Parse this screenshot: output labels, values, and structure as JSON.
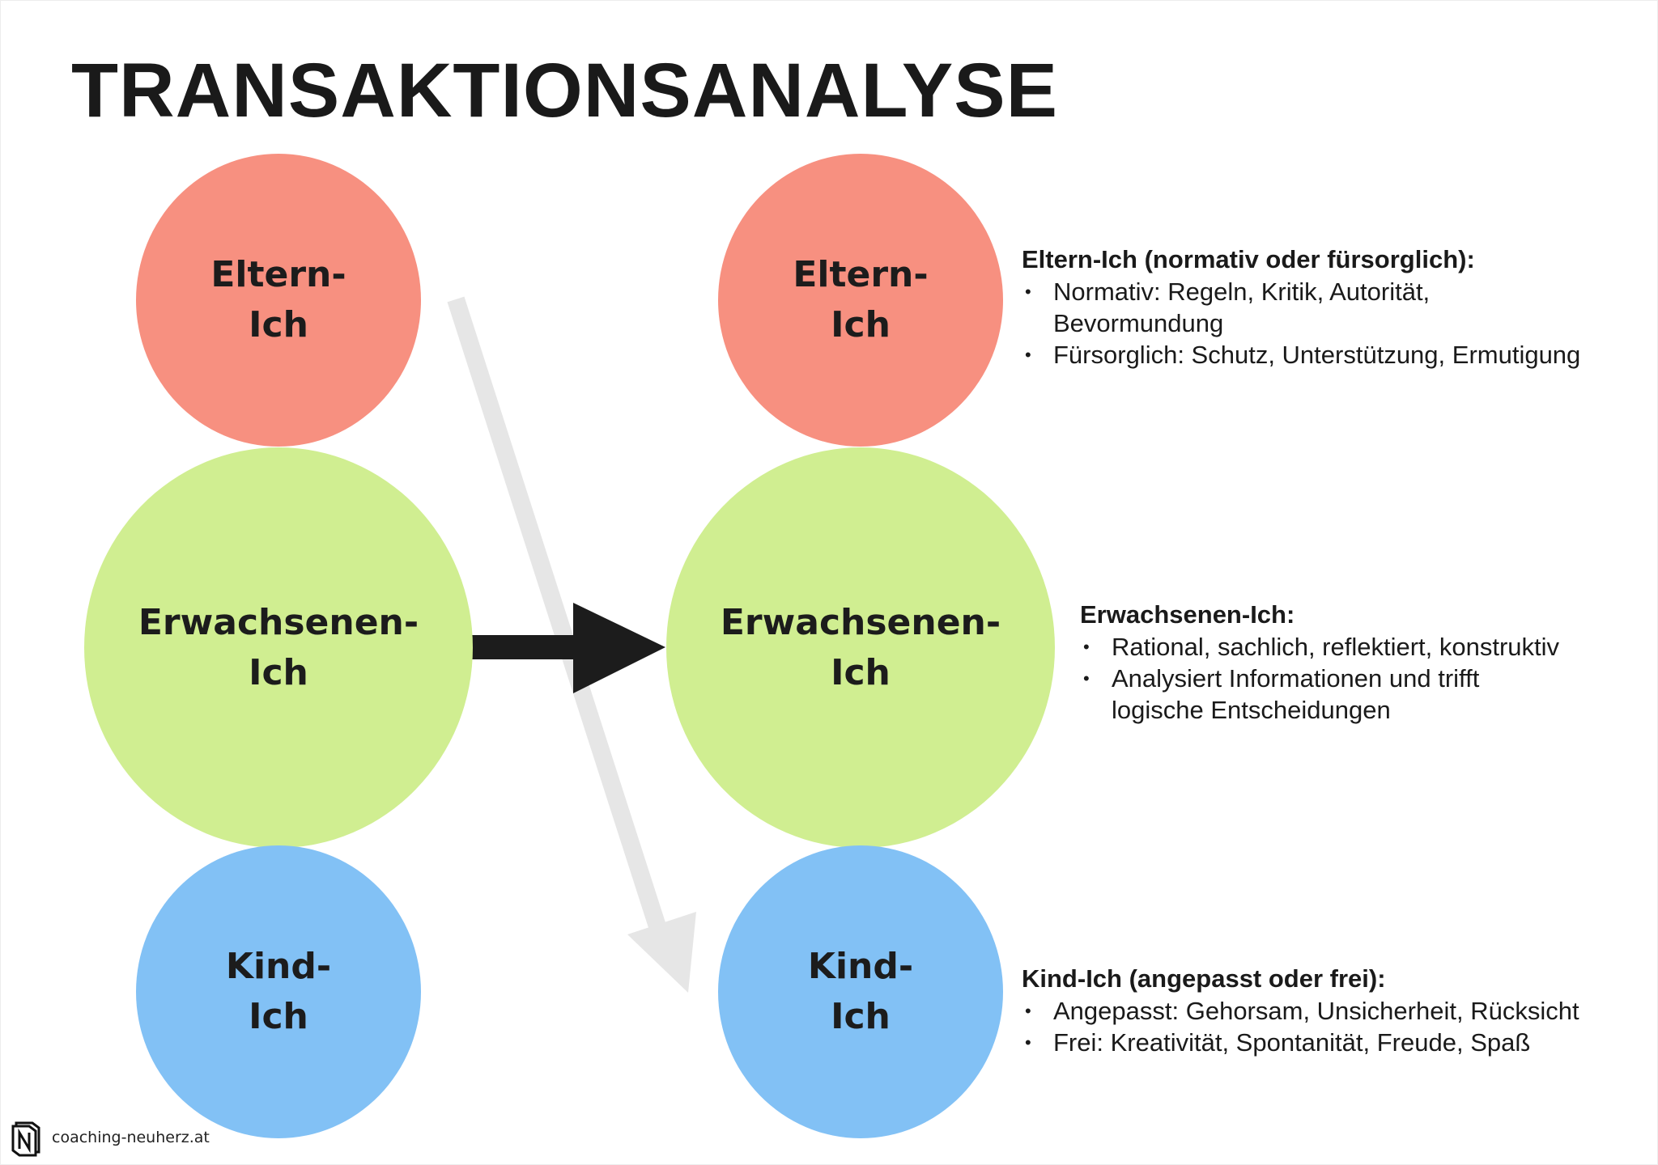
{
  "title": "TRANSAKTIONSANALYSE",
  "left_states": {
    "parent": "Eltern-\nIch",
    "adult": "Erwachsenen-\nIch",
    "child": "Kind-\nIch"
  },
  "right_states": {
    "parent": "Eltern-\nIch",
    "adult": "Erwachsenen-\nIch",
    "child": "Kind-\nIch"
  },
  "descriptions": {
    "parent": {
      "heading": "Eltern-Ich (normativ oder fürsorglich):",
      "items": [
        "Normativ: Regeln, Kritik, Autorität, Bevormundung",
        "Fürsorglich: Schutz, Unterstützung, Ermutigung"
      ]
    },
    "adult": {
      "heading": "Erwachsenen-Ich:",
      "items": [
        "Rational, sachlich, reflektiert, konstruktiv",
        "Analysiert Informationen und trifft logische Entscheidungen"
      ]
    },
    "child": {
      "heading": "Kind-Ich (angepasst oder frei):",
      "items": [
        "Angepasst: Gehorsam, Unsicherheit, Rücksicht",
        "Frei: Kreativität, Spontanität, Freude, Spaß"
      ]
    }
  },
  "bullet": "•",
  "footer": {
    "site": "coaching-neuherz.at"
  },
  "colors": {
    "parent": "#f79080",
    "adult": "#d0ee91",
    "child": "#82c1f5",
    "arrow_main": "#1c1c1c",
    "arrow_crossed": "#e6e6e6"
  },
  "icons": {
    "logo": "nh-logo-icon"
  }
}
